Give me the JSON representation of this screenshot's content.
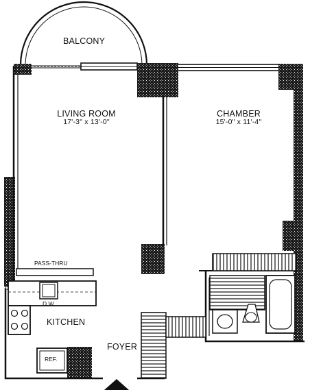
{
  "rooms": {
    "balcony": {
      "name": "BALCONY"
    },
    "living_room": {
      "name": "LIVING ROOM",
      "dims": "17'-3\" x 13'-0\""
    },
    "chamber": {
      "name": "CHAMBER",
      "dims": "15'-0\" x 11'-4\""
    },
    "kitchen": {
      "name": "KITCHEN"
    },
    "foyer": {
      "name": "FOYER"
    }
  },
  "fixtures": {
    "pass_thru": "PASS-THRU",
    "dishwasher": "D.W.",
    "refrigerator": "REF."
  },
  "colors": {
    "wall_fill": "#1a1a1a",
    "line": "#111111",
    "background": "#ffffff"
  }
}
